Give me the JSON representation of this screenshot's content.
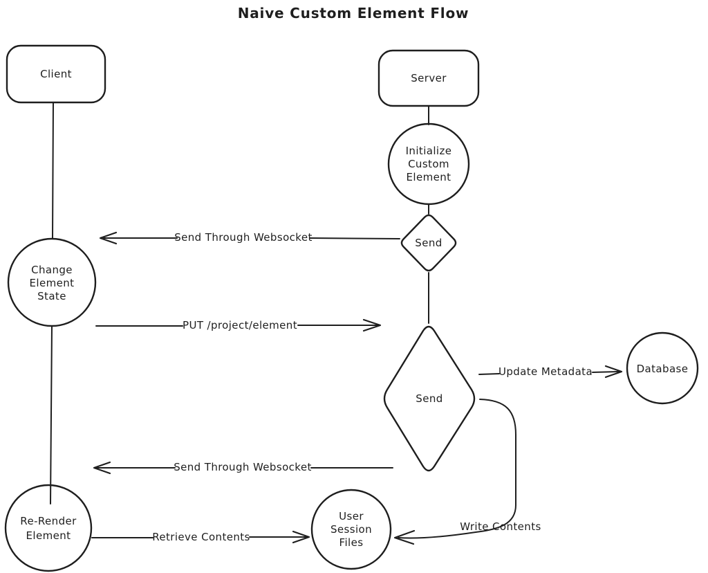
{
  "title": "Naive Custom Element Flow",
  "diagram": {
    "colors": {
      "stroke": "#1e1e1e",
      "background": "#ffffff"
    },
    "nodes": {
      "client": {
        "shape": "rounded-rectangle",
        "label": "Client"
      },
      "server": {
        "shape": "rounded-rectangle",
        "label": "Server"
      },
      "initialize_custom_element": {
        "shape": "circle",
        "lines": [
          "Initialize",
          "Custom",
          "Element"
        ]
      },
      "send_websocket_decision": {
        "shape": "diamond",
        "label": "Send"
      },
      "change_element_state": {
        "shape": "circle",
        "lines": [
          "Change",
          "Element",
          "State"
        ]
      },
      "send_decision": {
        "shape": "diamond",
        "label": "Send"
      },
      "database": {
        "shape": "circle",
        "label": "Database"
      },
      "re_render_element": {
        "shape": "circle",
        "lines": [
          "Re-Render",
          "Element"
        ]
      },
      "user_session_files": {
        "shape": "circle",
        "lines": [
          "User",
          "Session",
          "Files"
        ]
      }
    },
    "edges": {
      "websocket_top": {
        "label": "Send Through Websocket",
        "direction": "left"
      },
      "put_project_element": {
        "label": "PUT /project/element",
        "direction": "right"
      },
      "update_metadata": {
        "label": "Update Metadata",
        "direction": "right"
      },
      "websocket_bottom": {
        "label": "Send Through Websocket",
        "direction": "left"
      },
      "retrieve_contents": {
        "label": "Retrieve Contents",
        "direction": "right"
      },
      "write_contents": {
        "label": "Write Contents",
        "direction": "curved-left"
      }
    }
  }
}
